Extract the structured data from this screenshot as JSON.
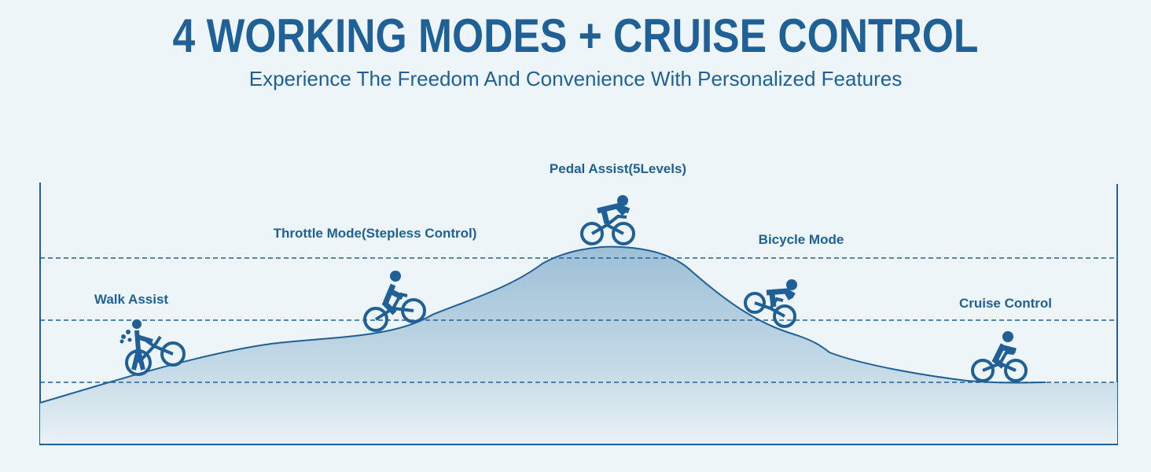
{
  "header": {
    "title": "4 WORKING MODES + CRUISE CONTROL",
    "subtitle": "Experience The Freedom And Convenience With Personalized Features"
  },
  "colors": {
    "primary": "#1f6196",
    "background": "#eef5f8",
    "hill_fill_top": "#9dbfd6",
    "hill_fill_bottom": "#e6f0f5"
  },
  "modes": [
    {
      "label": "Walk Assist",
      "icon": "walking-bike-icon"
    },
    {
      "label": "Throttle Mode(Stepless Control)",
      "icon": "throttle-rider-icon"
    },
    {
      "label": "Pedal Assist(5Levels)",
      "icon": "pedal-rider-icon"
    },
    {
      "label": "Bicycle Mode",
      "icon": "downhill-rider-icon"
    },
    {
      "label": "Cruise Control",
      "icon": "cruise-rider-icon"
    }
  ]
}
